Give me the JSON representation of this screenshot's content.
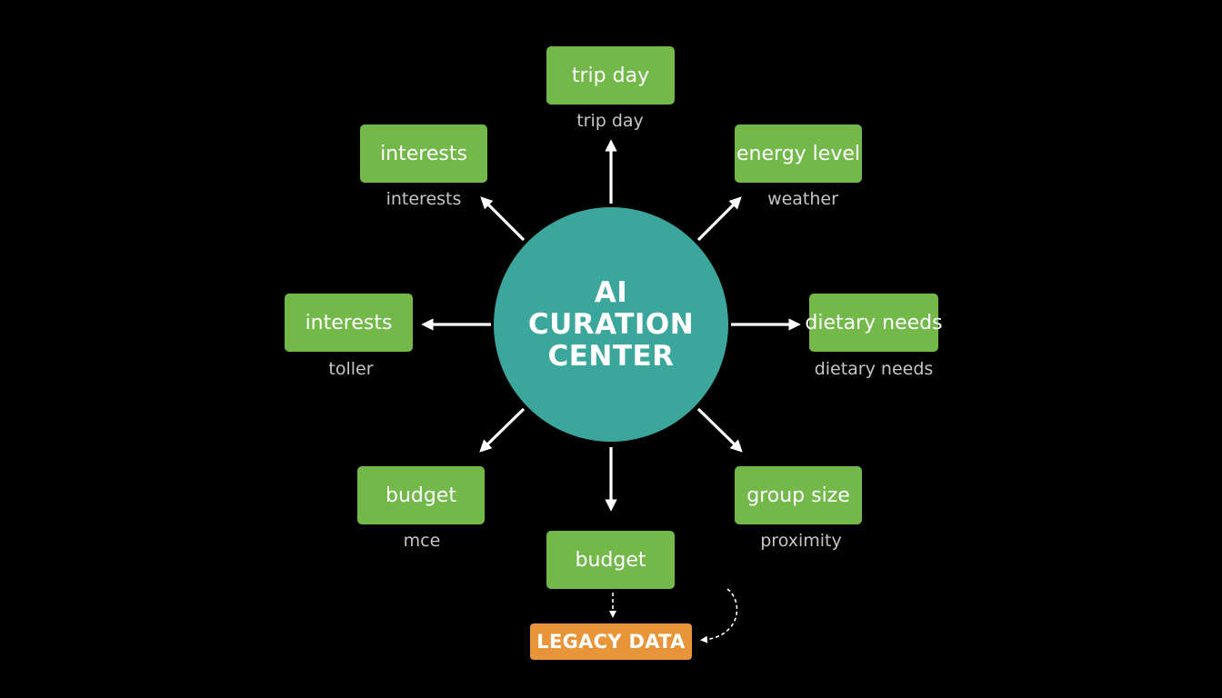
{
  "colors": {
    "background": "#000000",
    "hub": "#3ba69c",
    "node": "#72b94a",
    "legacy": "#e8953a",
    "arrow": "#ffffff",
    "caption": "#c6c6c6"
  },
  "hub": {
    "title": "AI\nCURATION\nCENTER"
  },
  "nodes": {
    "top": {
      "label": "trip day",
      "caption": "trip day"
    },
    "top_left": {
      "label": "interests",
      "caption": "interests"
    },
    "top_right": {
      "label": "energy level",
      "caption": "weather"
    },
    "left": {
      "label": "interests",
      "caption": "toller"
    },
    "right": {
      "label": "dietary needs",
      "caption": "dietary needs"
    },
    "bottom_left": {
      "label": "budget",
      "caption": "mce"
    },
    "bottom_right": {
      "label": "group size",
      "caption": "proximity"
    },
    "bottom": {
      "label": "budget"
    }
  },
  "legacy": {
    "label": "LEGACY DATA"
  }
}
